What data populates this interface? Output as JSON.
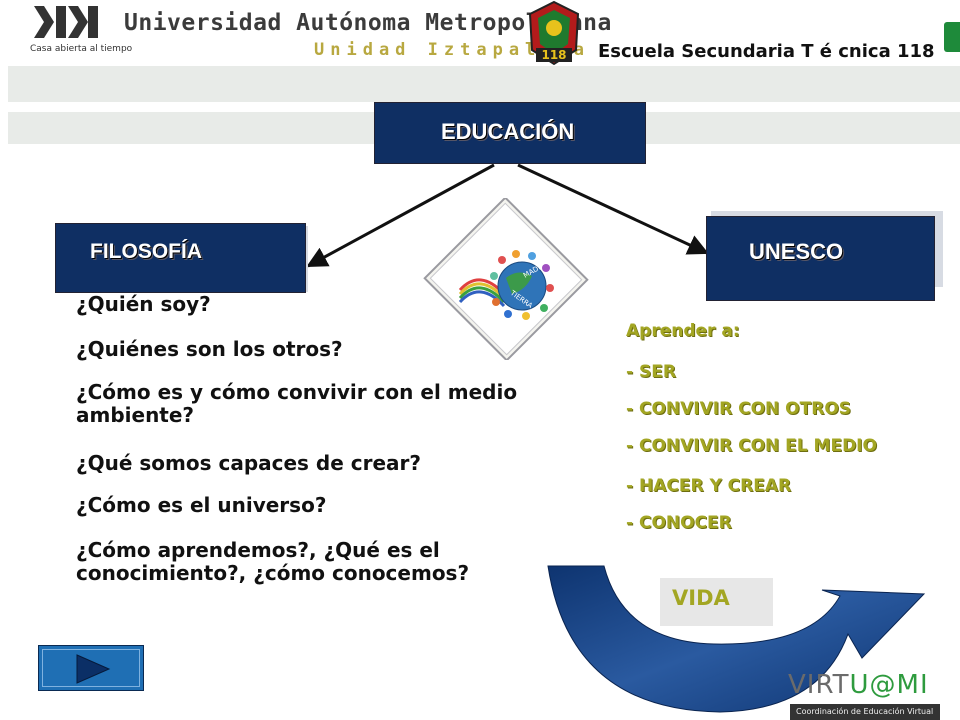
{
  "header": {
    "university": "Universidad Autónoma Metropolitana",
    "unit": "Unidad Iztapalapa",
    "slogan": "Casa abierta al tiempo",
    "school": "Escuela Secundaria T é cnica 118",
    "emblem_number": "118"
  },
  "diagram": {
    "root": "EDUCACIÓN",
    "left": "FILOSOFÍA",
    "right": "UNESCO",
    "illustration_text": [
      "MADRE",
      "TIERRA"
    ]
  },
  "questions": [
    "¿Quién soy?",
    "¿Quiénes son los otros?",
    "¿Cómo es y cómo convivir con el medio ambiente?",
    "¿Qué somos capaces de crear?",
    "¿Cómo es el universo?",
    "¿Cómo aprendemos?, ¿Qué es el conocimiento?, ¿cómo conocemos?"
  ],
  "aprender": {
    "heading": "Aprender a:",
    "items": [
      "- SER",
      "- CONVIVIR CON OTROS",
      "- CONVIVIR CON EL MEDIO",
      "- HACER Y CREAR",
      "- CONOCER"
    ]
  },
  "vida": "VIDA",
  "footer": {
    "logo_part1": "VIRT",
    "logo_part2": "U@MI",
    "coordination": "Coordinación de Educación Virtual"
  },
  "icons": {
    "next": "play-triangle-icon"
  },
  "colors": {
    "navy": "#0f2f63",
    "olive": "#a3a623",
    "arrow_blue": "#0e3470",
    "button_blue": "#1f6fb4"
  }
}
